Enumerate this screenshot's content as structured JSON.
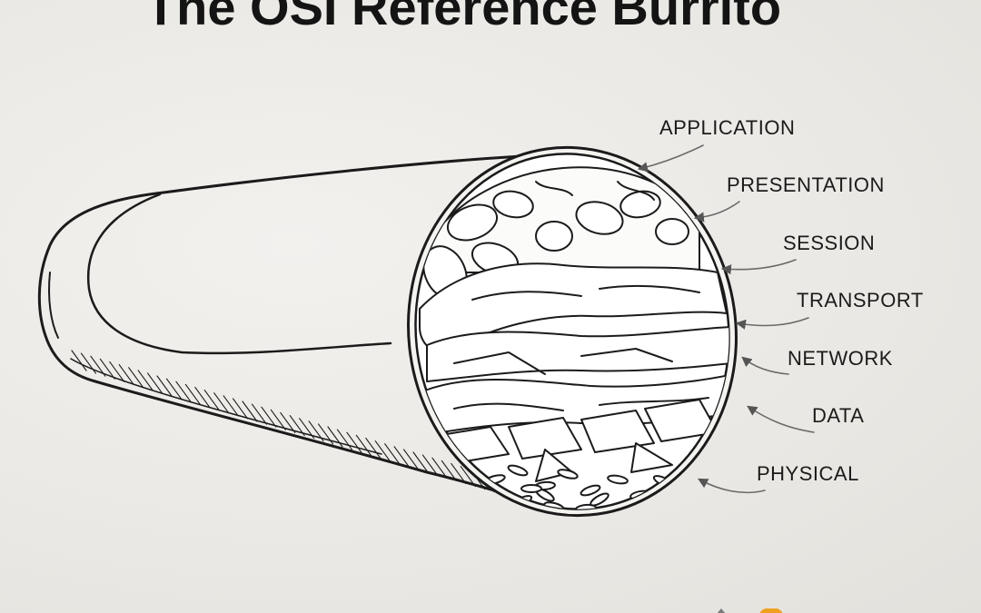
{
  "title": "The OSI Reference Burrito",
  "layers": [
    {
      "key": "application",
      "label": "APPLICATION"
    },
    {
      "key": "presentation",
      "label": "PRESENTATION"
    },
    {
      "key": "session",
      "label": "SESSION"
    },
    {
      "key": "transport",
      "label": "TRANSPORT"
    },
    {
      "key": "network",
      "label": "NETWORK"
    },
    {
      "key": "data",
      "label": "DATA"
    },
    {
      "key": "physical",
      "label": "PHYSICAL"
    }
  ],
  "colors": {
    "ink": "#1b1b1b",
    "background": "#ebe9e5",
    "arrow": "#6a6a6a",
    "logo_gray": "#7a7a7a",
    "logo_orange": "#f0a020"
  }
}
